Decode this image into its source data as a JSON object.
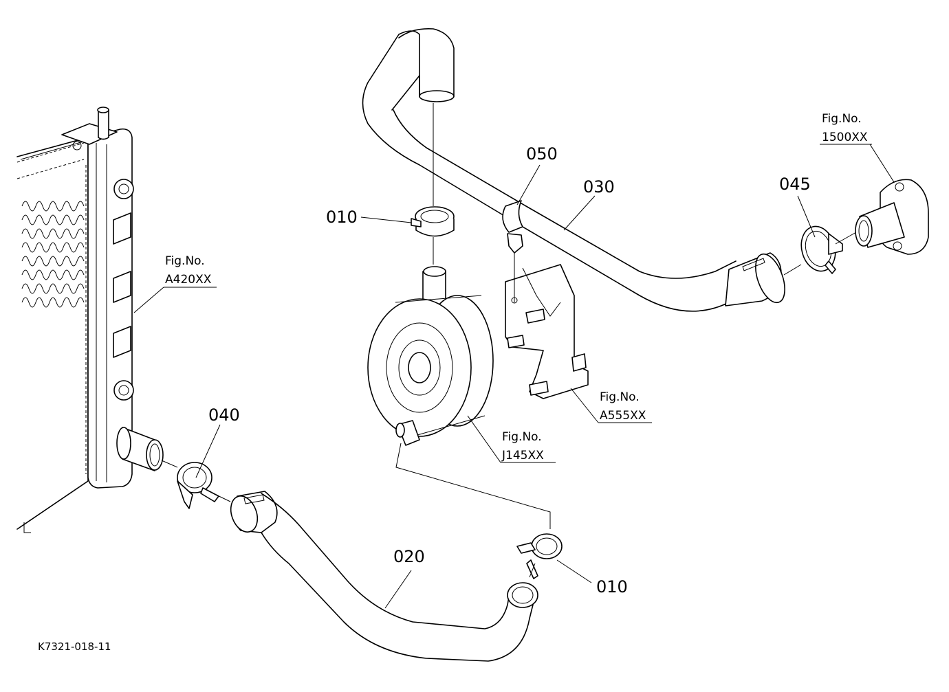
{
  "diagram": {
    "part_labels": {
      "p010_top": "010",
      "p050": "050",
      "p030": "030",
      "p045": "045",
      "p040": "040",
      "p020": "020",
      "p010_bottom": "010"
    },
    "fig_refs": {
      "a420": {
        "title": "Fig.No.",
        "number": "A420XX"
      },
      "a555": {
        "title": "Fig.No.",
        "number": "A555XX"
      },
      "j145": {
        "title": "Fig.No.",
        "number": "J145XX"
      },
      "f1500": {
        "title": "Fig.No.",
        "number": "1500XX"
      }
    },
    "drawing_code": "K7321-018-11"
  }
}
